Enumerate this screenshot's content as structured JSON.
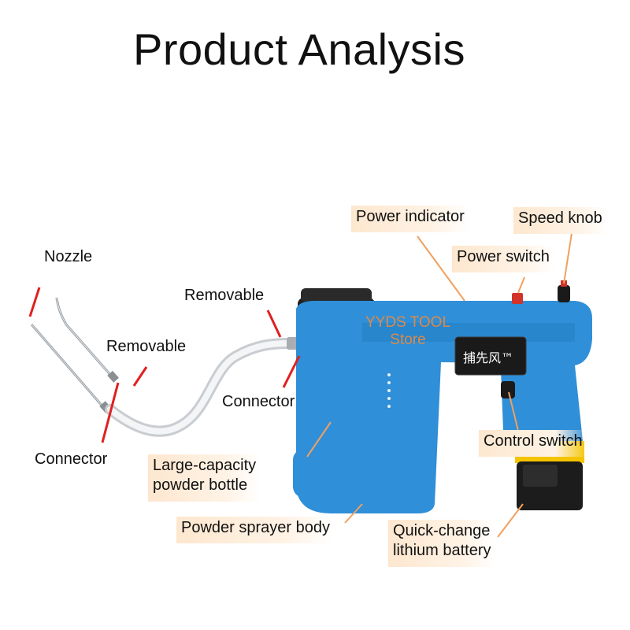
{
  "title": "Product Analysis",
  "brand_mark": "捕先风™",
  "watermark": {
    "line1": "YYDS TOOL",
    "line2": "Store"
  },
  "labels": {
    "power_indicator": "Power indicator",
    "speed_knob": "Speed knob",
    "power_switch": "Power switch",
    "nozzle": "Nozzle",
    "removable_top": "Removable",
    "removable_left": "Removable",
    "connector_right": "Connector",
    "connector_left": "Connector",
    "control_switch": "Control switch",
    "large_capacity_line1": "Large-capacity",
    "large_capacity_line2": "powder bottle",
    "sprayer_body": "Powder sprayer body",
    "battery_line1": "Quick-change",
    "battery_line2": "lithium battery"
  },
  "colors": {
    "body_blue": "#2f8fd8",
    "callout_red": "#e02020",
    "tag_peach": "#fde7cf",
    "battery_black": "#1c1c1c",
    "battery_yellow": "#f5c400"
  }
}
